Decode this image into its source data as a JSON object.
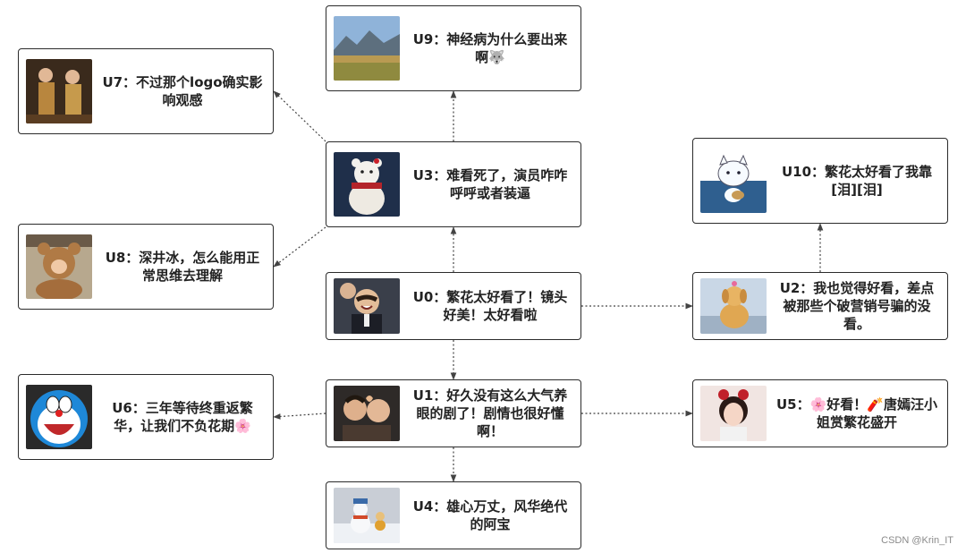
{
  "nodes": {
    "u0": {
      "text": "U0：繁花太好看了！镜头好美！太好看啦",
      "image": "smiling-man-photo"
    },
    "u1": {
      "text": "U1：好久没有这么大气养眼的剧了！剧情也很好懂啊！",
      "image": "couple-heart-hands-photo"
    },
    "u2": {
      "text": "U2：我也觉得好看，差点被那些个破营销号骗的没看。",
      "image": "golden-dog-photo"
    },
    "u3": {
      "text": "U3：难看死了，演员咋咋呼呼或者装逼",
      "image": "white-teddy-bear-photo"
    },
    "u4": {
      "text": "U4：雄心万丈，风华绝代的阿宝",
      "image": "snowman-photo"
    },
    "u5": {
      "text": "U5：🌸好看！🧨唐嫣汪小姐赏繁花盛开",
      "image": "girl-with-bow-photo"
    },
    "u6": {
      "text": "U6：三年等待终重返繁华，让我们不负花期🌸",
      "image": "doraemon-avatar"
    },
    "u7": {
      "text": "U7：不过那个logo确实影响观感",
      "image": "two-women-photo"
    },
    "u8": {
      "text": "U8：深井冰，怎么能用正常思维去理解",
      "image": "person-in-bear-costume-photo"
    },
    "u9": {
      "text": "U9：神经病为什么要出来啊🐺",
      "image": "mountain-meadow-photo"
    },
    "u10": {
      "text": "U10：繁花太好看了我靠[泪][泪]",
      "image": "cartoon-cat-guitar-avatar"
    }
  },
  "edges": [
    {
      "from": "u0",
      "to": "u1"
    },
    {
      "from": "u0",
      "to": "u2"
    },
    {
      "from": "u0",
      "to": "u3"
    },
    {
      "from": "u1",
      "to": "u4"
    },
    {
      "from": "u1",
      "to": "u5"
    },
    {
      "from": "u1",
      "to": "u6"
    },
    {
      "from": "u3",
      "to": "u7"
    },
    {
      "from": "u3",
      "to": "u8"
    },
    {
      "from": "u3",
      "to": "u9"
    },
    {
      "from": "u2",
      "to": "u10"
    }
  ],
  "watermark": "CSDN @Krin_IT",
  "colors": {
    "border": "#2b2b2b",
    "edge": "#444444",
    "text": "#222222"
  }
}
